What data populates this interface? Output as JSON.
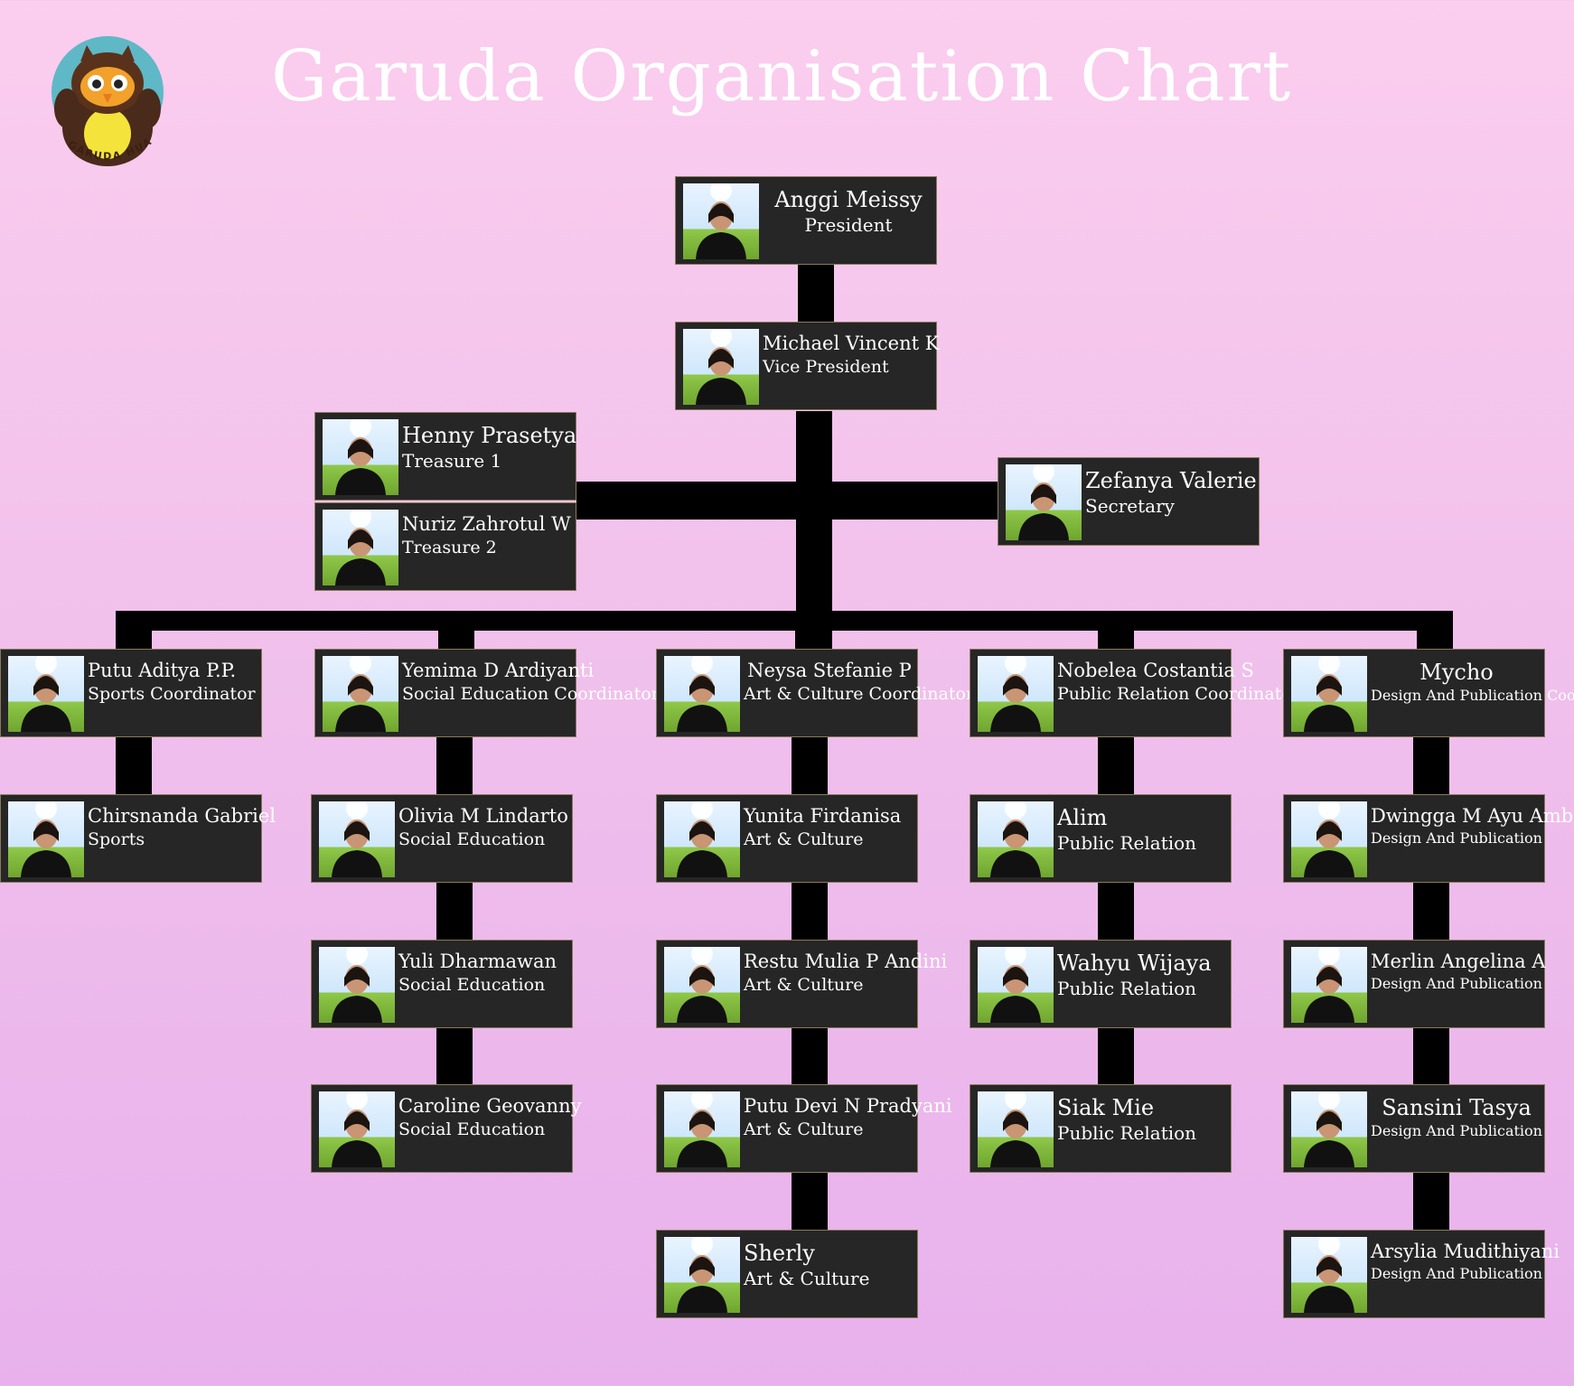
{
  "title": "Garuda Organisation Chart",
  "logo": {
    "text": "GARUDA HUADA",
    "icon": "owl-mascot-icon"
  },
  "colors": {
    "card_bg": "#262626",
    "connector": "#000000",
    "title": "#ffffff"
  },
  "people": [
    {
      "name": "Anggi Meissy",
      "role": "President"
    },
    {
      "name": "Michael Vincent K",
      "role": "Vice President"
    },
    {
      "name": "Henny Prasetya",
      "role": "Treasure 1"
    },
    {
      "name": "Nuriz Zahrotul W",
      "role": "Treasure 2"
    },
    {
      "name": "Zefanya Valerie",
      "role": "Secretary"
    },
    {
      "name": "Putu Aditya P.P.",
      "role": "Sports Coordinator"
    },
    {
      "name": "Yemima D Ardiyanti",
      "role": "Social Education Coordinator"
    },
    {
      "name": "Neysa Stefanie P",
      "role": "Art & Culture Coordinator"
    },
    {
      "name": "Nobelea Costantia S",
      "role": "Public Relation Coordinator"
    },
    {
      "name": "Mycho",
      "role": "Design And Publication Coordinator"
    },
    {
      "name": "Chirsnanda Gabriel",
      "role": "Sports"
    },
    {
      "name": "Olivia M Lindarto",
      "role": "Social Education"
    },
    {
      "name": "Yuli Dharmawan",
      "role": "Social Education"
    },
    {
      "name": "Caroline Geovanny",
      "role": "Social Education"
    },
    {
      "name": "Yunita Firdanisa",
      "role": "Art & Culture"
    },
    {
      "name": "Restu Mulia P Andini",
      "role": "Art & Culture"
    },
    {
      "name": "Putu Devi N Pradyani",
      "role": "Art & Culture"
    },
    {
      "name": "Sherly",
      "role": "Art & Culture"
    },
    {
      "name": "Alim",
      "role": "Public Relation"
    },
    {
      "name": "Wahyu Wijaya",
      "role": "Public Relation"
    },
    {
      "name": "Siak Mie",
      "role": "Public Relation"
    },
    {
      "name": "Dwingga M Ayu Ambarwati",
      "role": "Design And Publication"
    },
    {
      "name": "Merlin Angelina A",
      "role": "Design And Publication"
    },
    {
      "name": "Sansini Tasya",
      "role": "Design And Publication"
    },
    {
      "name": "Arsylia Mudithiyani",
      "role": "Design And Publication"
    }
  ]
}
